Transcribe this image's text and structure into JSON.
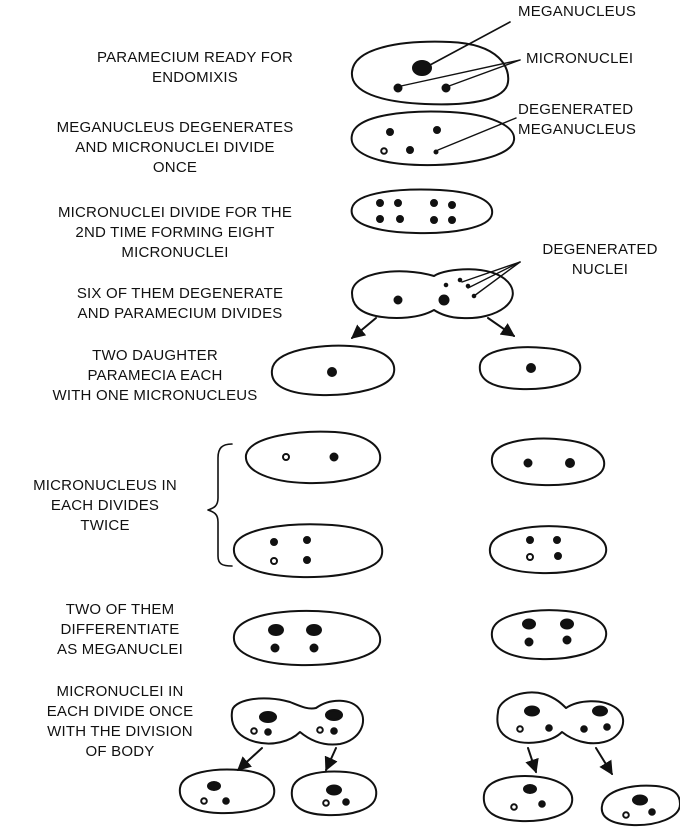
{
  "labels": {
    "meganucleus": "MEGANUCLEUS",
    "micronuclei": "MICRONUCLEI",
    "degenerated_meganucleus": [
      "DEGENERATED",
      "MEGANUCLEUS"
    ],
    "degenerated_nuclei": [
      "DEGENERATED",
      "NUCLEI"
    ]
  },
  "stages": [
    {
      "lines": [
        "PARAMECIUM READY FOR",
        "ENDOMIXIS"
      ]
    },
    {
      "lines": [
        "MEGANUCLEUS DEGENERATES",
        "AND MICRONUCLEI DIVIDE",
        "ONCE"
      ]
    },
    {
      "lines": [
        "MICRONUCLEI DIVIDE FOR THE",
        "2ND TIME FORMING EIGHT",
        "MICRONUCLEI"
      ]
    },
    {
      "lines": [
        "SIX OF THEM DEGENERATE",
        "AND PARAMECIUM DIVIDES"
      ]
    },
    {
      "lines": [
        "TWO DAUGHTER",
        "PARAMECIA EACH",
        "WITH ONE MICRONUCLEUS"
      ]
    },
    {
      "lines": [
        "MICRONUCLEUS IN",
        "EACH DIVIDES",
        "TWICE"
      ]
    },
    {
      "lines": [
        "TWO OF THEM",
        "DIFFERENTIATE",
        "AS MEGANUCLEI"
      ]
    },
    {
      "lines": [
        "MICRONUCLEI IN",
        "EACH DIVIDE ONCE",
        "WITH THE DIVISION",
        "OF BODY"
      ]
    }
  ]
}
